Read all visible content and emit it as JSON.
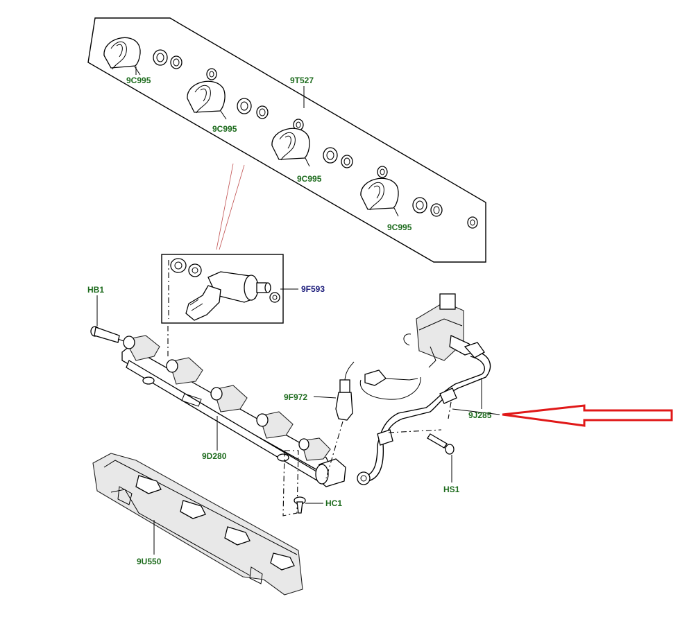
{
  "diagram": {
    "labels": {
      "seal_kit": "9T527",
      "clip_1": "9C995",
      "clip_2": "9C995",
      "clip_3": "9C995",
      "clip_4": "9C995",
      "injector": "9F593",
      "bolt_hb1": "HB1",
      "fuel_rail": "9D280",
      "pressure_sensor": "9F972",
      "fuel_pipe": "9J285",
      "bolt_hs1": "HS1",
      "screw_hc1": "HC1",
      "heat_shield": "9U550"
    },
    "colors": {
      "label_green": "#1d6b1d",
      "label_blue": "#1a1a7a",
      "callout_arrow": "#e01818",
      "line": "#000000"
    }
  }
}
